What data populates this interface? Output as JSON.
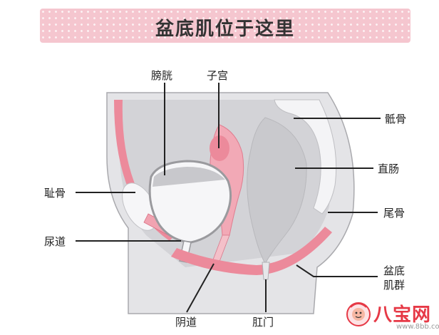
{
  "title": "盆底肌位于这里",
  "labels": {
    "bladder": "膀胱",
    "uterus": "子宫",
    "sacrum": "骶骨",
    "rectum": "直肠",
    "pubis": "耻骨",
    "coccyx": "尾骨",
    "urethra": "尿道",
    "pelvic_floor_line1": "盆底",
    "pelvic_floor_line2": "肌群",
    "vagina": "阴道",
    "anus": "肛门"
  },
  "watermark": {
    "brand": "八宝网",
    "url": "www.8bb.com"
  },
  "colors": {
    "banner": "#f5c6cf",
    "pink_muscle": "#ec8a9b",
    "light_pink": "#f8c3cc",
    "body_gray": "#d6d6d9",
    "bone_white": "#f2f2f4",
    "leader_line": "#222222",
    "watermark_red": "#e63946"
  }
}
